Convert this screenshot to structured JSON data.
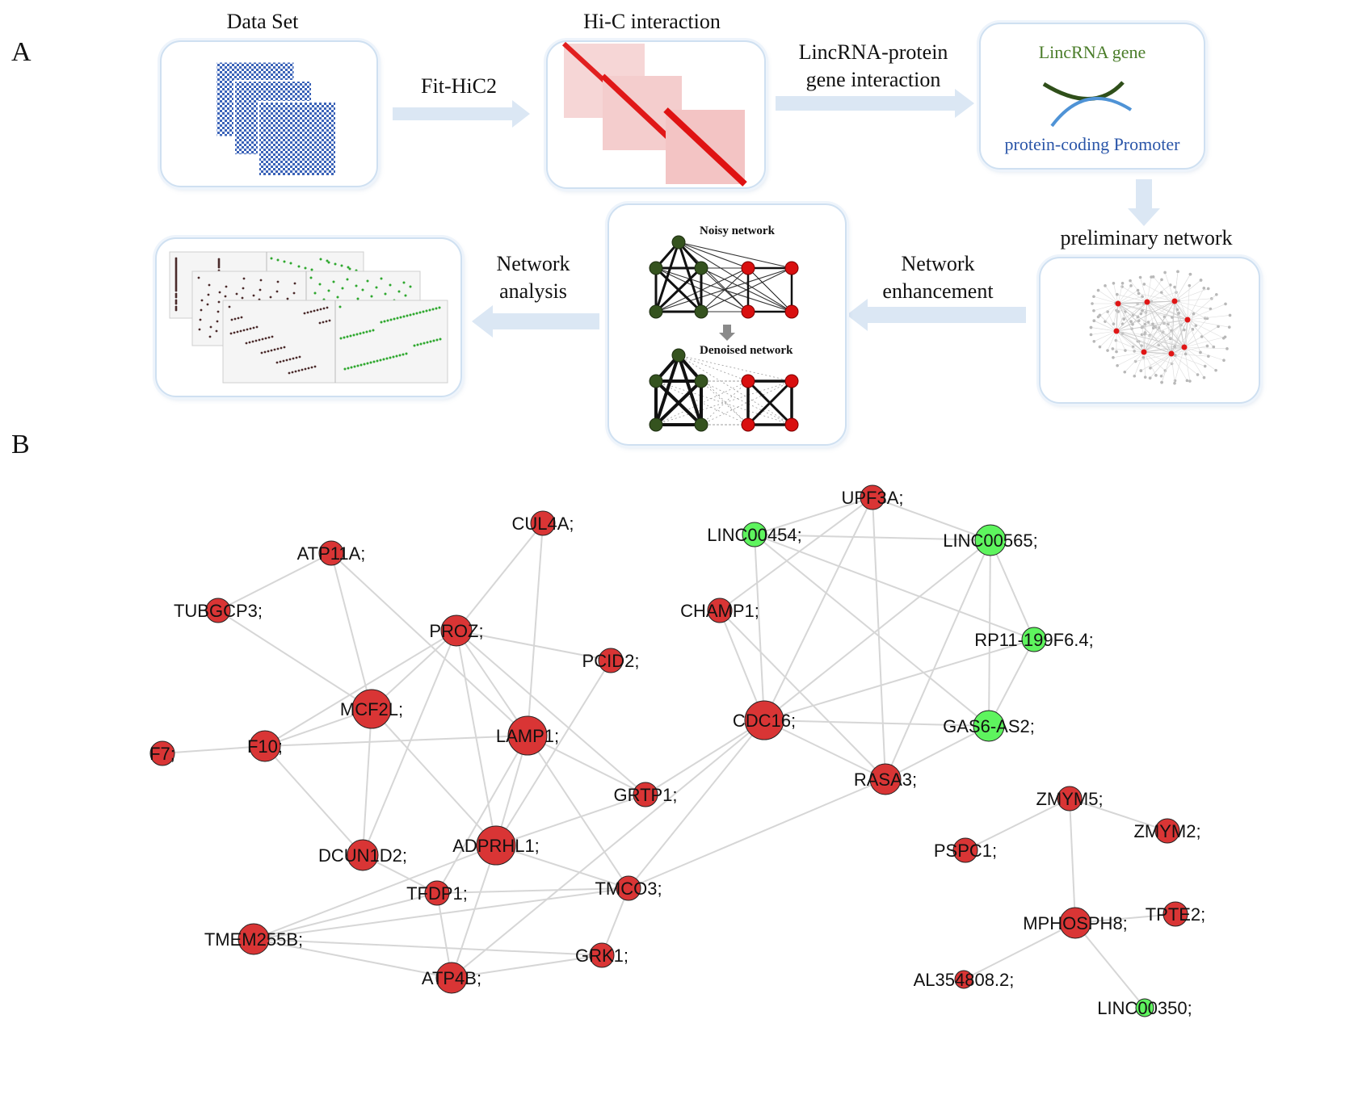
{
  "panel_a": {
    "letter": "A",
    "dataset_title": "Data Set",
    "hic_title": "Hi-C interaction",
    "fit_label": "Fit-HiC2",
    "interaction_label_line1": "LincRNA-protein",
    "interaction_label_line2": "gene interaction",
    "lincrna_gene_label": "LincRNA gene",
    "promoter_label": "protein-coding Promoter",
    "preliminary_title": "preliminary network",
    "enhancement_line1": "Network",
    "enhancement_line2": "enhancement",
    "analysis_line1": "Network",
    "analysis_line2": "analysis",
    "noisy_label": "Noisy network",
    "denoised_label": "Denoised network"
  },
  "panel_b": {
    "letter": "B",
    "colors": {
      "protein": "#d93535",
      "lincrna": "#5ef45e",
      "edge": "#d6d6d6"
    },
    "nodes": [
      {
        "id": "CUL4A",
        "label": "CUL4A;",
        "type": "protein",
        "size": "small"
      },
      {
        "id": "ATP11A",
        "label": "ATP11A;",
        "type": "protein",
        "size": "small"
      },
      {
        "id": "TUBGCP3",
        "label": "TUBGCP3;",
        "type": "protein",
        "size": "small"
      },
      {
        "id": "PROZ",
        "label": "PROZ;",
        "type": "protein",
        "size": "medium"
      },
      {
        "id": "PCID2",
        "label": "PCID2;",
        "type": "protein",
        "size": "small"
      },
      {
        "id": "MCF2L",
        "label": "MCF2L;",
        "type": "protein",
        "size": "large"
      },
      {
        "id": "F10",
        "label": "F10;",
        "type": "protein",
        "size": "medium"
      },
      {
        "id": "F7",
        "label": "F7;",
        "type": "protein",
        "size": "small"
      },
      {
        "id": "LAMP1",
        "label": "LAMP1;",
        "type": "protein",
        "size": "large"
      },
      {
        "id": "GRTP1",
        "label": "GRTP1;",
        "type": "protein",
        "size": "small"
      },
      {
        "id": "DCUN1D2",
        "label": "DCUN1D2;",
        "type": "protein",
        "size": "medium"
      },
      {
        "id": "ADPRHL1",
        "label": "ADPRHL1;",
        "type": "protein",
        "size": "large"
      },
      {
        "id": "TFDP1",
        "label": "TFDP1;",
        "type": "protein",
        "size": "small"
      },
      {
        "id": "TMCO3",
        "label": "TMCO3;",
        "type": "protein",
        "size": "small"
      },
      {
        "id": "TMEM255B",
        "label": "TMEM255B;",
        "type": "protein",
        "size": "medium"
      },
      {
        "id": "GRK1",
        "label": "GRK1;",
        "type": "protein",
        "size": "small"
      },
      {
        "id": "ATP4B",
        "label": "ATP4B;",
        "type": "protein",
        "size": "medium"
      },
      {
        "id": "UPF3A",
        "label": "UPF3A;",
        "type": "protein",
        "size": "small"
      },
      {
        "id": "LINC00454",
        "label": "LINC00454;",
        "type": "lincrna",
        "size": "small"
      },
      {
        "id": "LINC00565",
        "label": "LINC00565;",
        "type": "lincrna",
        "size": "medium"
      },
      {
        "id": "CHAMP1",
        "label": "CHAMP1;",
        "type": "protein",
        "size": "small"
      },
      {
        "id": "RP11-199F6.4",
        "label": "RP11-199F6.4;",
        "type": "lincrna",
        "size": "small"
      },
      {
        "id": "CDC16",
        "label": "CDC16;",
        "type": "protein",
        "size": "large"
      },
      {
        "id": "GAS6-AS2",
        "label": "GAS6-AS2;",
        "type": "lincrna",
        "size": "medium"
      },
      {
        "id": "RASA3",
        "label": "RASA3;",
        "type": "protein",
        "size": "medium"
      },
      {
        "id": "ZMYM5",
        "label": "ZMYM5;",
        "type": "protein",
        "size": "small"
      },
      {
        "id": "ZMYM2",
        "label": "ZMYM2;",
        "type": "protein",
        "size": "small"
      },
      {
        "id": "PSPC1",
        "label": "PSPC1;",
        "type": "protein",
        "size": "small"
      },
      {
        "id": "MPHOSPH8",
        "label": "MPHOSPH8;",
        "type": "protein",
        "size": "medium"
      },
      {
        "id": "TPTE2",
        "label": "TPTE2;",
        "type": "protein",
        "size": "small"
      },
      {
        "id": "AL354808.2",
        "label": "AL354808.2;",
        "type": "protein",
        "size": "tiny"
      },
      {
        "id": "LINC00350",
        "label": "LINC00350;",
        "type": "lincrna",
        "size": "tiny"
      }
    ],
    "edges": [
      [
        "ATP11A",
        "TUBGCP3"
      ],
      [
        "ATP11A",
        "MCF2L"
      ],
      [
        "ATP11A",
        "LAMP1"
      ],
      [
        "TUBGCP3",
        "MCF2L"
      ],
      [
        "CUL4A",
        "PROZ"
      ],
      [
        "CUL4A",
        "LAMP1"
      ],
      [
        "PROZ",
        "PCID2"
      ],
      [
        "PROZ",
        "MCF2L"
      ],
      [
        "PROZ",
        "F10"
      ],
      [
        "PROZ",
        "LAMP1"
      ],
      [
        "PROZ",
        "ADPRHL1"
      ],
      [
        "PROZ",
        "DCUN1D2"
      ],
      [
        "PROZ",
        "GRTP1"
      ],
      [
        "PCID2",
        "ADPRHL1"
      ],
      [
        "MCF2L",
        "F10"
      ],
      [
        "MCF2L",
        "DCUN1D2"
      ],
      [
        "MCF2L",
        "ADPRHL1"
      ],
      [
        "F7",
        "F10"
      ],
      [
        "F10",
        "LAMP1"
      ],
      [
        "F10",
        "DCUN1D2"
      ],
      [
        "LAMP1",
        "GRTP1"
      ],
      [
        "LAMP1",
        "ADPRHL1"
      ],
      [
        "LAMP1",
        "TMCO3"
      ],
      [
        "LAMP1",
        "TFDP1"
      ],
      [
        "GRTP1",
        "CDC16"
      ],
      [
        "GRTP1",
        "ADPRHL1"
      ],
      [
        "DCUN1D2",
        "TFDP1"
      ],
      [
        "ADPRHL1",
        "TMCO3"
      ],
      [
        "ADPRHL1",
        "TMEM255B"
      ],
      [
        "ADPRHL1",
        "ATP4B"
      ],
      [
        "TFDP1",
        "TMCO3"
      ],
      [
        "TFDP1",
        "TMEM255B"
      ],
      [
        "TFDP1",
        "ATP4B"
      ],
      [
        "TMCO3",
        "TMEM255B"
      ],
      [
        "TMCO3",
        "GRK1"
      ],
      [
        "TMCO3",
        "RASA3"
      ],
      [
        "TMCO3",
        "CDC16"
      ],
      [
        "TMEM255B",
        "GRK1"
      ],
      [
        "TMEM255B",
        "ATP4B"
      ],
      [
        "GRK1",
        "ATP4B"
      ],
      [
        "CDC16",
        "ATP4B"
      ],
      [
        "UPF3A",
        "LINC00454"
      ],
      [
        "UPF3A",
        "LINC00565"
      ],
      [
        "UPF3A",
        "CDC16"
      ],
      [
        "UPF3A",
        "RASA3"
      ],
      [
        "UPF3A",
        "CHAMP1"
      ],
      [
        "LINC00454",
        "LINC00565"
      ],
      [
        "LINC00454",
        "CDC16"
      ],
      [
        "LINC00454",
        "RP11-199F6.4"
      ],
      [
        "LINC00454",
        "GAS6-AS2"
      ],
      [
        "LINC00565",
        "CDC16"
      ],
      [
        "LINC00565",
        "RP11-199F6.4"
      ],
      [
        "LINC00565",
        "GAS6-AS2"
      ],
      [
        "LINC00565",
        "RASA3"
      ],
      [
        "CHAMP1",
        "CDC16"
      ],
      [
        "CHAMP1",
        "RASA3"
      ],
      [
        "RP11-199F6.4",
        "CDC16"
      ],
      [
        "RP11-199F6.4",
        "GAS6-AS2"
      ],
      [
        "CDC16",
        "GAS6-AS2"
      ],
      [
        "CDC16",
        "RASA3"
      ],
      [
        "GAS6-AS2",
        "RASA3"
      ],
      [
        "ZMYM5",
        "ZMYM2"
      ],
      [
        "ZMYM5",
        "PSPC1"
      ],
      [
        "ZMYM5",
        "MPHOSPH8"
      ],
      [
        "MPHOSPH8",
        "TPTE2"
      ],
      [
        "MPHOSPH8",
        "AL354808.2"
      ],
      [
        "MPHOSPH8",
        "LINC00350"
      ]
    ]
  }
}
